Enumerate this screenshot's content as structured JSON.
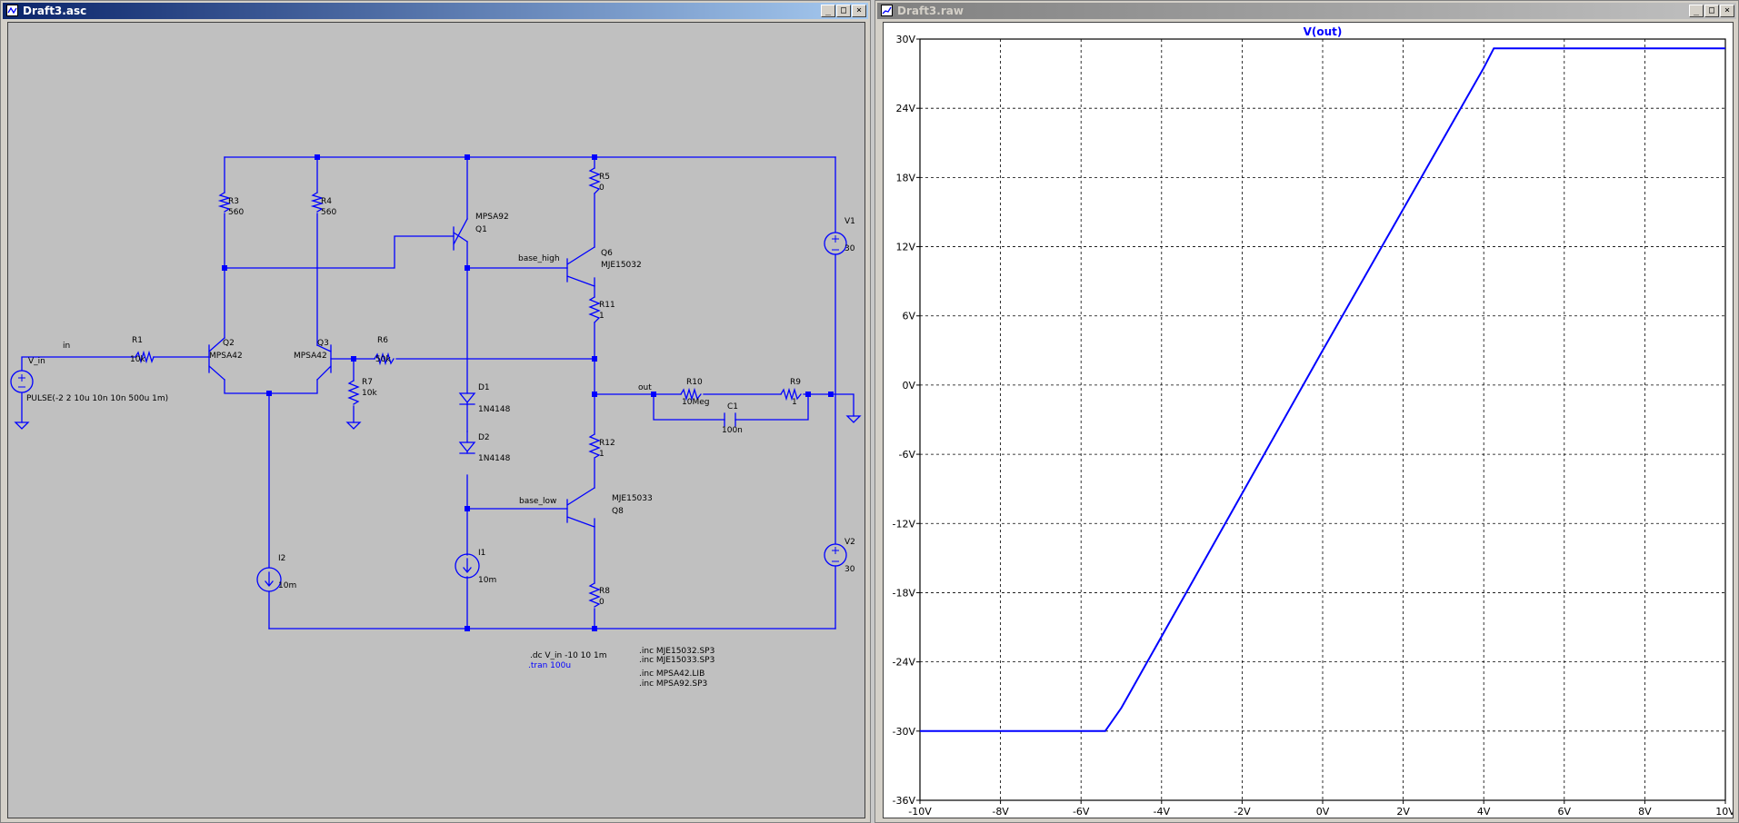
{
  "schematic_window": {
    "title": "Draft3.asc",
    "controls": {
      "minimize": "_",
      "maximize": "□",
      "close": "×"
    },
    "net_labels": {
      "in": "in",
      "base_high": "base_high",
      "base_low": "base_low",
      "out": "out"
    },
    "components": {
      "V_in": {
        "name": "V_in",
        "value": "PULSE(-2 2 10u 10n 10n 500u 1m)"
      },
      "R1": {
        "name": "R1",
        "value": "10k"
      },
      "R3": {
        "name": "R3",
        "value": "560"
      },
      "R4": {
        "name": "R4",
        "value": "560"
      },
      "R5": {
        "name": "R5",
        "value": "0"
      },
      "R6": {
        "name": "R6",
        "value": "50k"
      },
      "R7": {
        "name": "R7",
        "value": "10k"
      },
      "R8": {
        "name": "R8",
        "value": "0"
      },
      "R9": {
        "name": "R9",
        "value": "1"
      },
      "R10": {
        "name": "R10",
        "value": "10Meg"
      },
      "R11": {
        "name": "R11",
        "value": "1"
      },
      "R12": {
        "name": "R12",
        "value": "1"
      },
      "C1": {
        "name": "C1",
        "value": "100n"
      },
      "Q1": {
        "name": "Q1",
        "value": "MPSA92"
      },
      "Q2": {
        "name": "Q2",
        "value": "MPSA42"
      },
      "Q3": {
        "name": "Q3",
        "value": "MPSA42"
      },
      "Q6": {
        "name": "Q6",
        "value": "MJE15032"
      },
      "Q8": {
        "name": "Q8",
        "value": "MJE15033"
      },
      "D1": {
        "name": "D1",
        "value": "1N4148"
      },
      "D2": {
        "name": "D2",
        "value": "1N4148"
      },
      "I1": {
        "name": "I1",
        "value": "10m"
      },
      "I2": {
        "name": "I2",
        "value": "10m"
      },
      "V1": {
        "name": "V1",
        "value": "30"
      },
      "V2": {
        "name": "V2",
        "value": "30"
      }
    },
    "directives": {
      "dc": ".dc V_in -10 10 1m",
      "tran": ".tran 100u",
      "inc1": ".inc MJE15032.SP3",
      "inc2": ".inc MJE15033.SP3",
      "inc3": ".inc MPSA42.LIB",
      "inc4": ".inc MPSA92.SP3"
    },
    "colors": {
      "wire": "#0000ff",
      "background": "#c0c0c0",
      "comment": "#0000ff"
    }
  },
  "plot_window": {
    "title": "Draft3.raw",
    "controls": {
      "minimize": "_",
      "maximize": "□",
      "close": "×"
    },
    "colors": {
      "trace": "#0000ff",
      "grid": "#000000",
      "background": "#ffffff"
    }
  },
  "chart_data": {
    "type": "line",
    "title": "V(out)",
    "xlim": [
      -10,
      10
    ],
    "ylim": [
      -36,
      30
    ],
    "x_ticks": [
      -10,
      -8,
      -6,
      -4,
      -2,
      0,
      2,
      4,
      6,
      8,
      10
    ],
    "y_ticks": [
      30,
      24,
      18,
      12,
      6,
      0,
      -6,
      -12,
      -18,
      -24,
      -30,
      -36
    ],
    "x_tick_labels": [
      "-10V",
      "-8V",
      "-6V",
      "-4V",
      "-2V",
      "0V",
      "2V",
      "4V",
      "6V",
      "8V",
      "10V"
    ],
    "y_tick_labels": [
      "30V",
      "24V",
      "18V",
      "12V",
      "6V",
      "0V",
      "-6V",
      "-12V",
      "-18V",
      "-24V",
      "-30V",
      "-36V"
    ],
    "grid": true,
    "series": [
      {
        "name": "V(out)",
        "color": "#0000ff",
        "x": [
          -10,
          -5.4,
          -5.0,
          0,
          4.0,
          4.25,
          4.45,
          10
        ],
        "y": [
          -30,
          -30,
          -28.0,
          3.0,
          27.5,
          29.2,
          29.2,
          29.2
        ]
      }
    ]
  }
}
